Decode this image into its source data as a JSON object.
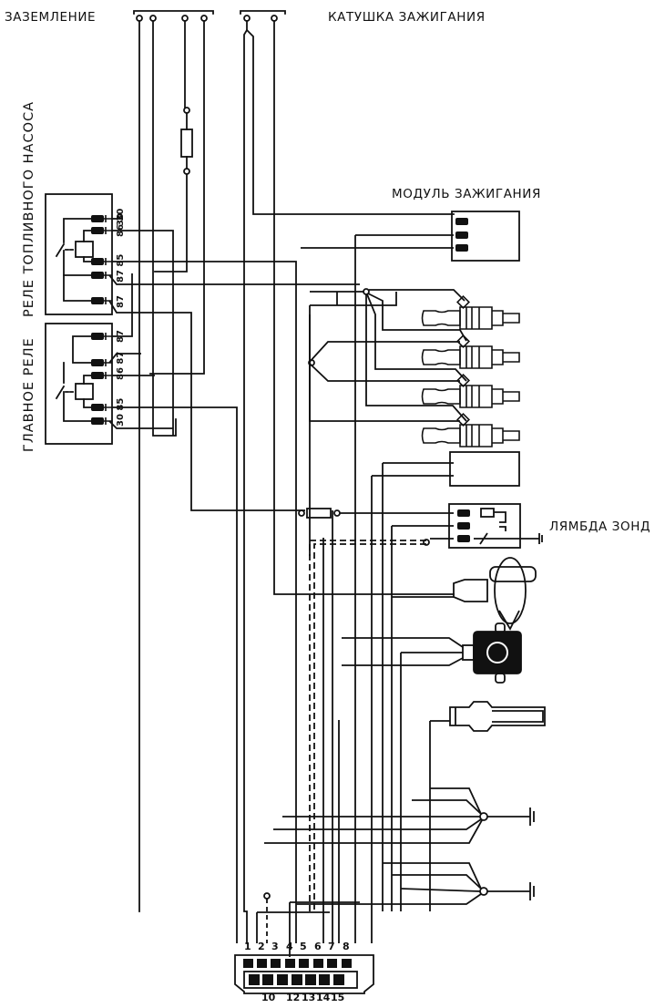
{
  "labels": {
    "ground": "ЗАЗЕМЛЕНИЕ",
    "ignition_coil": "КАТУШКА ЗАЖИГАНИЯ",
    "ignition_module": "МОДУЛЬ ЗАЖИГАНИЯ",
    "fuel_pump_relay": "РЕЛЕ ТОПЛИВНОГО НАСОСА",
    "main_relay": "ГЛАВНОЕ РЕЛЕ",
    "lambda_probe": "ЛЯМБДА ЗОНД"
  },
  "fuel_pump_relay_pins": [
    "86 30",
    "87 85",
    "87"
  ],
  "fuel_pump_relay_pins_top": "30",
  "main_relay_pins": [
    "87",
    "86 87",
    "30 85"
  ],
  "connector": {
    "top_row": [
      "1",
      "2",
      "3",
      "4",
      "5",
      "6",
      "7",
      "8"
    ],
    "bottom_row": [
      "10",
      "12",
      "13",
      "14",
      "15"
    ]
  },
  "injector_count": 4
}
